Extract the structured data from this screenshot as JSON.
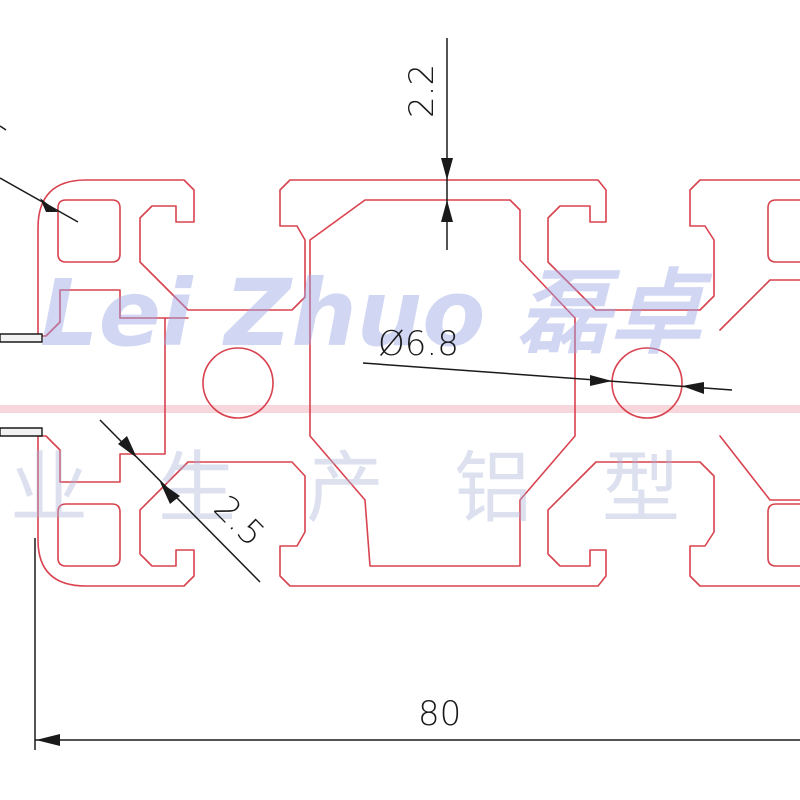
{
  "colors": {
    "profile_outline": "#d9424f",
    "dimension_lines": "#1a1a1a",
    "watermark": "#9aa6e6",
    "background": "#ffffff"
  },
  "watermark": {
    "brand_text": "Lei Zhuo 磊卓",
    "tagline_text": "业生产铝型"
  },
  "dimensions": {
    "slot_wall_thickness": "2.2",
    "center_hole_diameter": "Ø6.8",
    "web_thickness": "2.5",
    "overall_width": "80"
  }
}
